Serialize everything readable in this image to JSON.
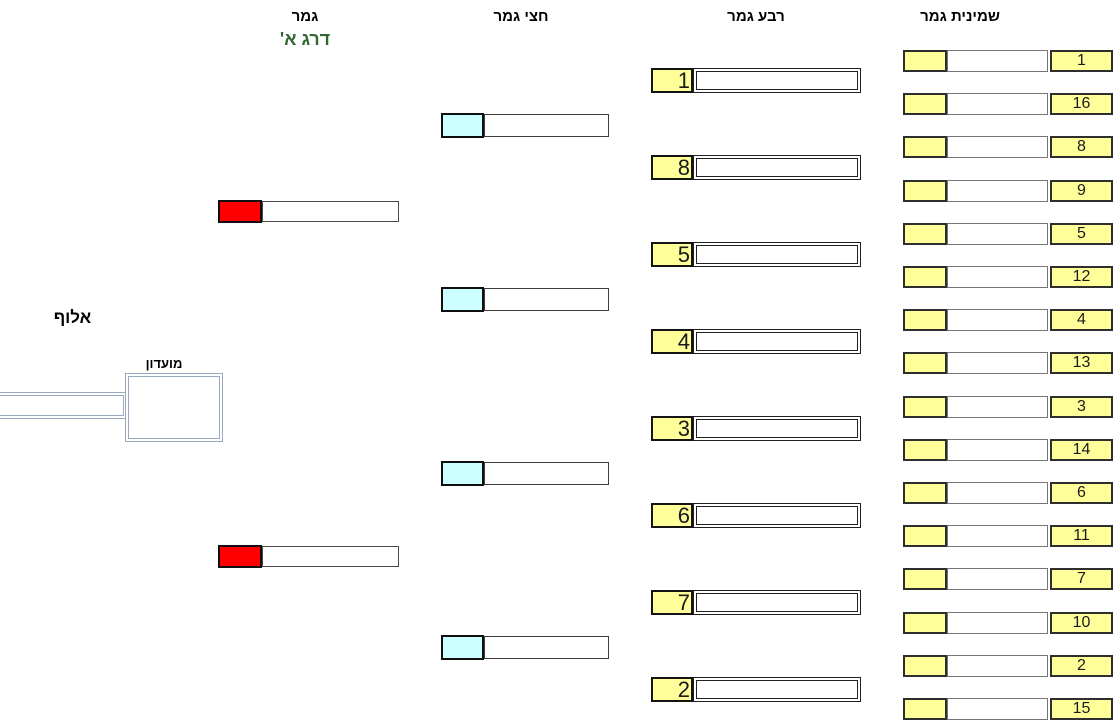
{
  "headers": {
    "round_of_16": "שמינית גמר",
    "quarter_final": "רבע גמר",
    "semi_final": "חצי גמר",
    "final": "גמר",
    "division": "דרג א'",
    "champion": "אלוף",
    "club": "מועדון"
  },
  "colors": {
    "seed_fill": "#FFFF99",
    "semi_fill": "#CCFFFF",
    "final_fill": "#FF0000",
    "division_text": "#336633",
    "champion_border": "#9AA9C2"
  },
  "round_of_16": {
    "seeds": [
      "1",
      "16",
      "8",
      "9",
      "5",
      "12",
      "4",
      "13",
      "3",
      "14",
      "6",
      "11",
      "7",
      "10",
      "2",
      "15"
    ]
  },
  "quarter_final": {
    "seeds": [
      "1",
      "8",
      "5",
      "4",
      "3",
      "6",
      "7",
      "2"
    ]
  },
  "semi_final": {
    "match_count": 4
  },
  "final": {
    "match_count": 2
  }
}
